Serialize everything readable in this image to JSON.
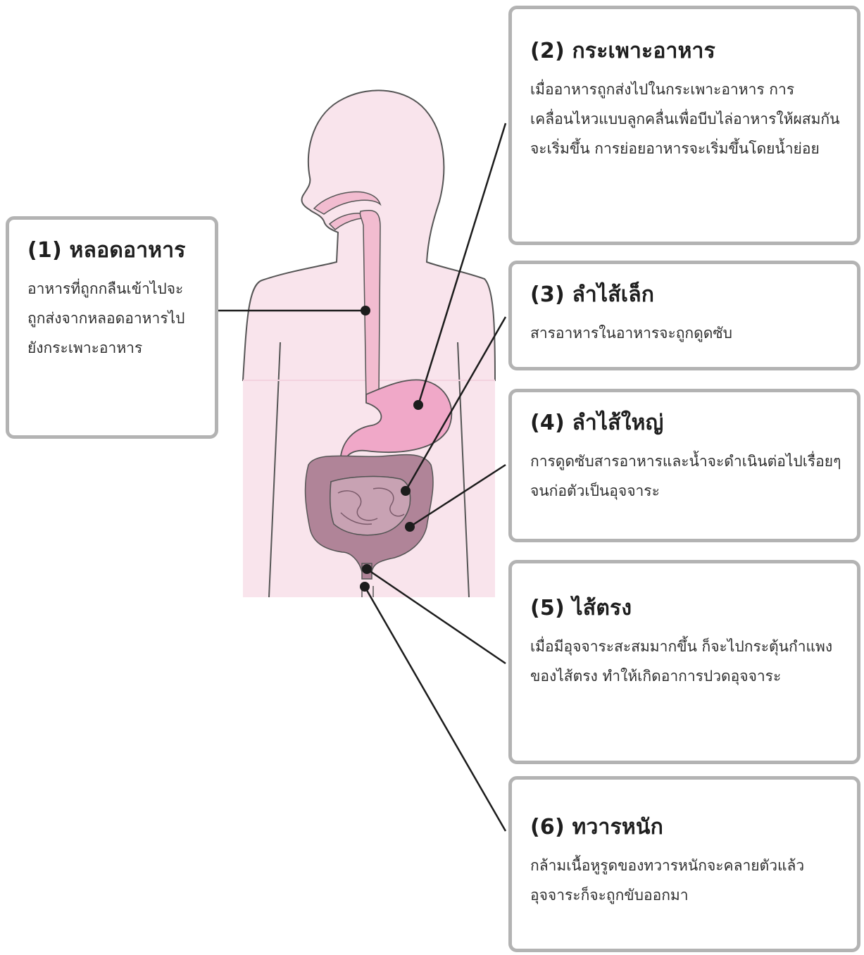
{
  "labels": [
    {
      "title": "(1) หลอดอาหาร",
      "body": "อาหารที่ถูกกลืนเข้าไปจะถูกส่งจากหลอดอาหารไปยังกระเพาะอาหาร"
    },
    {
      "title": "(2) กระเพาะอาหาร",
      "body": "เมื่ออาหารถูกส่งไปในกระเพาะอาหาร การเคลื่อนไหวแบบลูกคลื่นเพื่อบีบไล่อาหารให้ผสมกันจะเริ่มขึ้น การย่อยอาหารจะเริ่มขึ้นโดยน้ำย่อย"
    },
    {
      "title": "(3) ลำไส้เล็ก",
      "body": "สารอาหารในอาหารจะถูกดูดซับ"
    },
    {
      "title": "(4) ลำไส้ใหญ่",
      "body": "การดูดซับสารอาหารและน้ำจะดำเนินต่อไปเรื่อยๆ จนก่อตัวเป็นอุจจาระ"
    },
    {
      "title": "(5) ไส้ตรง",
      "body": "เมื่อมีอุจจาระสะสมมากขึ้น ก็จะไปกระตุ้นกำแพงของไส้ตรง ทำให้เกิดอาการปวดอุจจาระ"
    },
    {
      "title": "(6) ทวารหนัก",
      "body": "กล้ามเนื้อหูรูดของทวารหนักจะคลายตัวแล้วอุจจาระก็จะถูกขับออกมา"
    }
  ],
  "colors": {
    "body_fill": "#f9e4ec",
    "body_outline": "#555555",
    "esophagus": "#f2bcd0",
    "stomach": "#f0a8c8",
    "small_intestine": "#c8a2b3",
    "large_intestine": "#b08498",
    "leader_line": "#1c1c1c",
    "card_border": "#b3b3b3"
  }
}
